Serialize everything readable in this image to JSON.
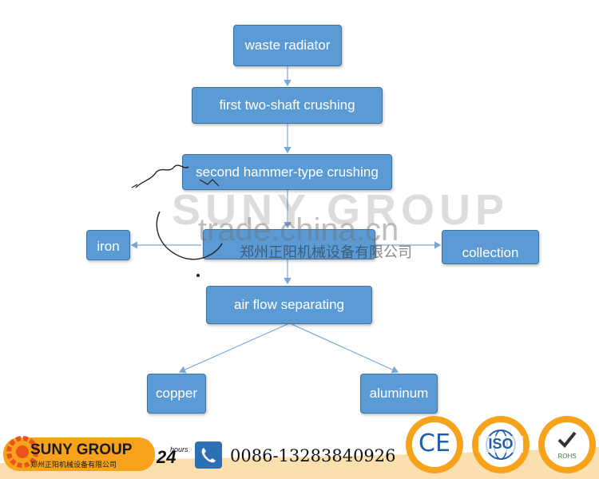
{
  "flow": {
    "waste_radiator": "waste radiator",
    "first_crushing": "first two-shaft crushing",
    "second_crushing": "second hammer-type crushing",
    "iron": "iron",
    "collection": "collection",
    "air_flow": "air flow separating",
    "copper": "copper",
    "aluminum": "aluminum"
  },
  "watermark": {
    "brand": "SUNY GROUP",
    "trade": "trade.china.cn",
    "company_cn": "郑州正阳机械设备有限公司"
  },
  "footer": {
    "brand_name": "SUNY GROUP",
    "brand_sub": "郑州正阳机械设备有限公司",
    "hours_number": "24",
    "hours_label": "hours",
    "phone": "0086-13283840926",
    "cert_ce": "CE",
    "cert_iso": "ISO",
    "cert_rohs": "ROHS"
  },
  "colors": {
    "box_fill": "#5b9bd5",
    "box_border": "#41719c",
    "connector": "#7aa7d6",
    "brand_orange": "#f7a21b",
    "phone_blue": "#2c6fb2"
  }
}
